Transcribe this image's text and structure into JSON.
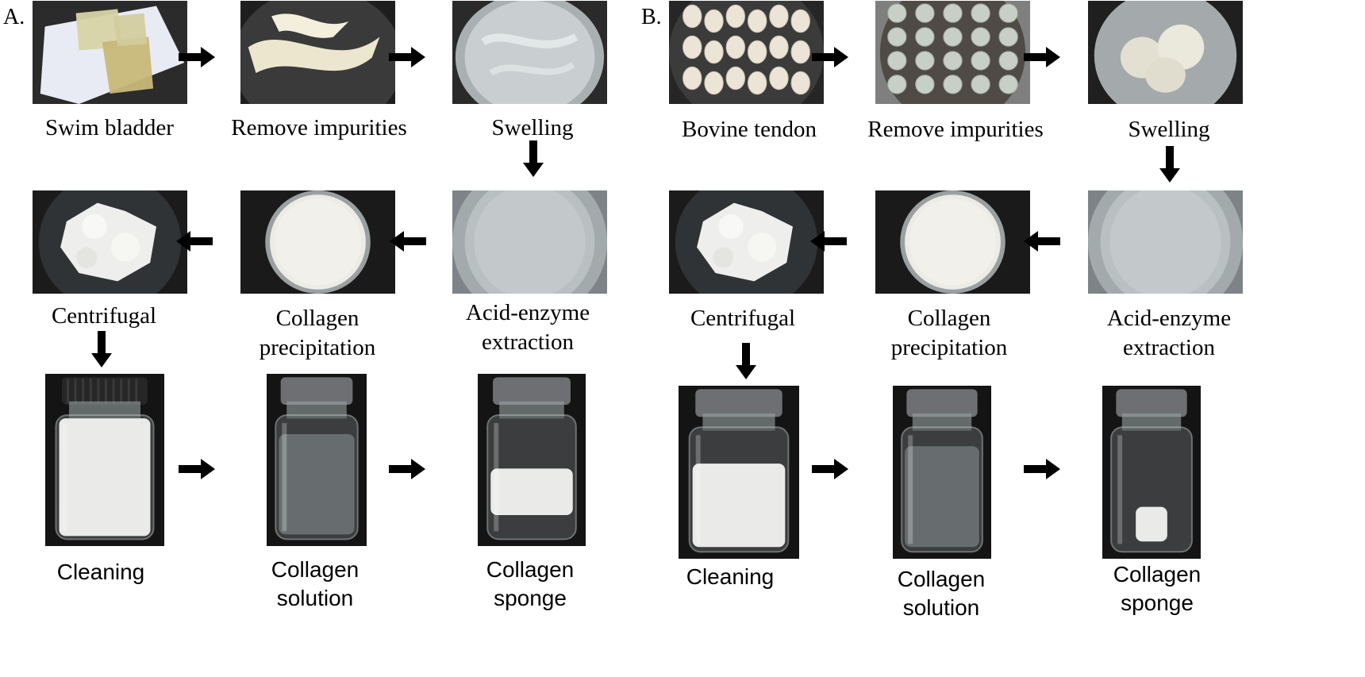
{
  "panels": [
    {
      "letter": "A.",
      "steps": [
        {
          "id": "a1",
          "label": "Swim bladder",
          "photo": "swim-bladder-sheets-photo"
        },
        {
          "id": "a2",
          "label": "Remove impurities",
          "photo": "cleaned-swim-bladder-photo"
        },
        {
          "id": "a3",
          "label": "Swelling",
          "photo": "swollen-tissue-photo"
        },
        {
          "id": "a4",
          "label": "Acid-enzyme\nextraction",
          "photo": "extraction-dish-photo"
        },
        {
          "id": "a5",
          "label": "Collagen\nprecipitation",
          "photo": "precipitation-dish-photo"
        },
        {
          "id": "a6",
          "label": "Centrifugal",
          "photo": "centrifuged-collagen-photo"
        },
        {
          "id": "a7",
          "label": "Cleaning",
          "photo": "cleaning-bottle-photo"
        },
        {
          "id": "a8",
          "label": "Collagen\nsolution",
          "photo": "solution-vial-photo"
        },
        {
          "id": "a9",
          "label": "Collagen\nsponge",
          "photo": "sponge-vial-photo"
        }
      ]
    },
    {
      "letter": "B.",
      "steps": [
        {
          "id": "b1",
          "label": "Bovine tendon",
          "photo": "tendon-slices-photo"
        },
        {
          "id": "b2",
          "label": "Remove impurities",
          "photo": "cleaned-tendon-photo"
        },
        {
          "id": "b3",
          "label": "Swelling",
          "photo": "swollen-tendon-photo"
        },
        {
          "id": "b4",
          "label": "Acid-enzyme\nextraction",
          "photo": "extraction-dish-photo"
        },
        {
          "id": "b5",
          "label": "Collagen\nprecipitation",
          "photo": "precipitation-dish-photo"
        },
        {
          "id": "b6",
          "label": "Centrifugal",
          "photo": "centrifuged-collagen-photo"
        },
        {
          "id": "b7",
          "label": "Cleaning",
          "photo": "cleaning-vial-photo"
        },
        {
          "id": "b8",
          "label": "Collagen\nsolution",
          "photo": "solution-vial-photo"
        },
        {
          "id": "b9",
          "label": "Collagen\nsponge",
          "photo": "sponge-vial-photo"
        }
      ]
    }
  ],
  "connectors": [
    {
      "from": "a1",
      "to": "a2",
      "direction": "right"
    },
    {
      "from": "a2",
      "to": "a3",
      "direction": "right"
    },
    {
      "from": "a3",
      "to": "a4",
      "direction": "down"
    },
    {
      "from": "a4",
      "to": "a5",
      "direction": "left"
    },
    {
      "from": "a5",
      "to": "a6",
      "direction": "left"
    },
    {
      "from": "a6",
      "to": "a7",
      "direction": "down"
    },
    {
      "from": "a7",
      "to": "a8",
      "direction": "right"
    },
    {
      "from": "a8",
      "to": "a9",
      "direction": "right"
    },
    {
      "from": "b1",
      "to": "b2",
      "direction": "right"
    },
    {
      "from": "b2",
      "to": "b3",
      "direction": "right"
    },
    {
      "from": "b3",
      "to": "b4",
      "direction": "down"
    },
    {
      "from": "b4",
      "to": "b5",
      "direction": "left"
    },
    {
      "from": "b5",
      "to": "b6",
      "direction": "left"
    },
    {
      "from": "b6",
      "to": "b7",
      "direction": "down"
    },
    {
      "from": "b7",
      "to": "b8",
      "direction": "right"
    },
    {
      "from": "b8",
      "to": "b9",
      "direction": "right"
    }
  ],
  "colors": {
    "arrow": "#000000",
    "text": "#000000",
    "background": "#ffffff"
  }
}
